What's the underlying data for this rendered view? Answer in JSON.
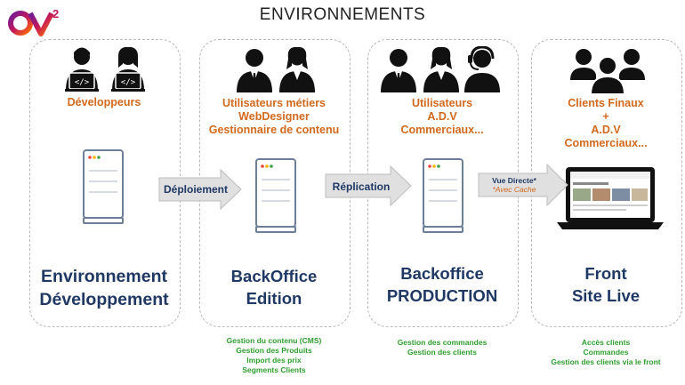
{
  "header": {
    "title": "ENVIRONNEMENTS",
    "logo_text": "OV2"
  },
  "colors": {
    "role": "#d2691e",
    "title": "#1f3864",
    "feature": "#2e9e2e",
    "arrow": "#d6d6d6"
  },
  "environments": [
    {
      "roles": [
        "Développeurs"
      ],
      "title_lines": [
        "Environnement",
        "Développement"
      ],
      "features": []
    },
    {
      "roles": [
        "Utilisateurs métiers",
        "WebDesigner",
        "Gestionnaire de contenu"
      ],
      "title_lines": [
        "BackOffice",
        "Edition"
      ],
      "features": [
        "Gestion du contenu (CMS)",
        "Gestion des Produits",
        "Import des prix",
        "Segments Clients"
      ]
    },
    {
      "roles": [
        "Utilisateurs",
        "A.D.V",
        "Commerciaux..."
      ],
      "title_lines": [
        "Backoffice",
        "PRODUCTION"
      ],
      "features": [
        "Gestion des commandes",
        "Gestion des clients"
      ]
    },
    {
      "roles": [
        "Clients Finaux",
        "+",
        "A.D.V",
        "Commerciaux..."
      ],
      "title_lines": [
        "Front",
        "Site Live"
      ],
      "features": [
        "Accès clients",
        "Commandes",
        "Gestion des clients via le front"
      ]
    }
  ],
  "arrows": [
    {
      "label": "Déploiement"
    },
    {
      "label": "Réplication"
    },
    {
      "label": "Vue Directe*",
      "sublabel": "*Avec Cache"
    }
  ]
}
